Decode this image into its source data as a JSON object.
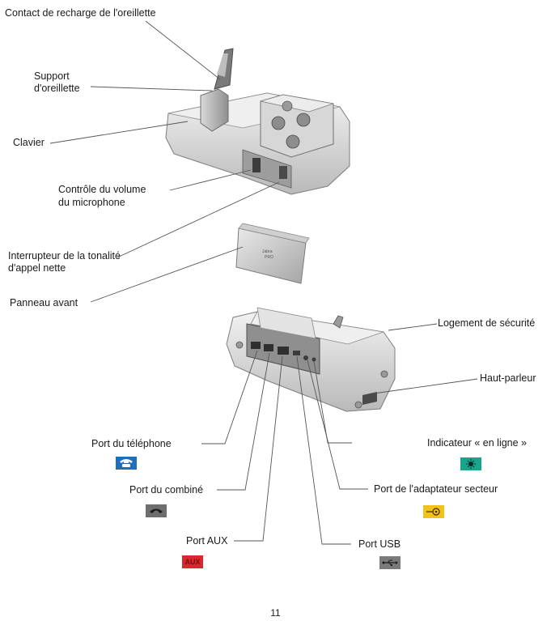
{
  "top_labels": {
    "charging_contact": "Contact de recharge de l'oreillette",
    "headset_support_line1": "Support",
    "headset_support_line2": "d'oreillette",
    "keypad": "Clavier",
    "mic_volume_line1": "Contrôle du volume",
    "mic_volume_line2": "du microphone",
    "clear_dial_line1": "Interrupteur de la tonalité",
    "clear_dial_line2": "d'appel nette",
    "front_panel": "Panneau avant"
  },
  "bottom_labels": {
    "security_slot": "Logement de sécurité",
    "speaker": "Haut-parleur",
    "online_indicator": "Indicateur « en ligne »",
    "telephone_port": "Port du téléphone",
    "handset_port": "Port du combiné",
    "power_port": "Port de l'adaptateur secteur",
    "aux_port": "Port AUX",
    "usb_port": "Port USB"
  },
  "icons": {
    "telephone": {
      "name": "telephone-icon",
      "color": "#1f6fb8"
    },
    "handset": {
      "name": "handset-icon",
      "color": "#6e6e6e"
    },
    "aux": {
      "name": "aux-icon",
      "color": "#d9272e",
      "text": "AUX"
    },
    "online": {
      "name": "online-indicator-icon",
      "color": "#18a58c"
    },
    "power": {
      "name": "power-adapter-icon",
      "color": "#f2c21b"
    },
    "usb": {
      "name": "usb-icon",
      "color": "#7a7a7a"
    }
  },
  "panel_text_line1": "Jabra",
  "panel_text_line2": "PRO",
  "page_number": "11"
}
